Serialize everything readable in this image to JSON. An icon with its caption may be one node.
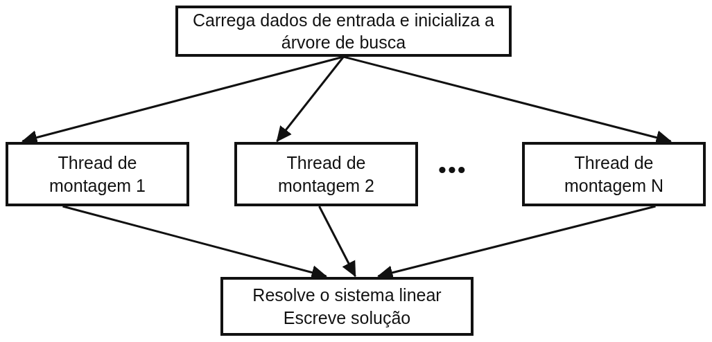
{
  "diagram": {
    "nodes": [
      {
        "text": [
          "Carrega dados de entrada e inicializa a árvore de busca"
        ]
      },
      {
        "text": [
          "Thread de montagem 1"
        ]
      },
      {
        "text": [
          "Thread de montagem 2"
        ]
      },
      {
        "text": [
          "Thread de montagem N"
        ]
      },
      {
        "text": [
          "Resolve o sistema linear Escreve solução"
        ]
      }
    ],
    "edges": [
      {
        "from": 0,
        "to": 1,
        "arrow": "to"
      },
      {
        "from": 0,
        "to": 2,
        "arrow": "to"
      },
      {
        "from": 0,
        "to": 3,
        "arrow": "to"
      },
      {
        "from": 1,
        "to": 4,
        "arrow": "to"
      },
      {
        "from": 2,
        "to": 4,
        "arrow": "to"
      },
      {
        "from": 3,
        "to": 4,
        "arrow": "to"
      }
    ],
    "labels": [
      "•••"
    ]
  }
}
